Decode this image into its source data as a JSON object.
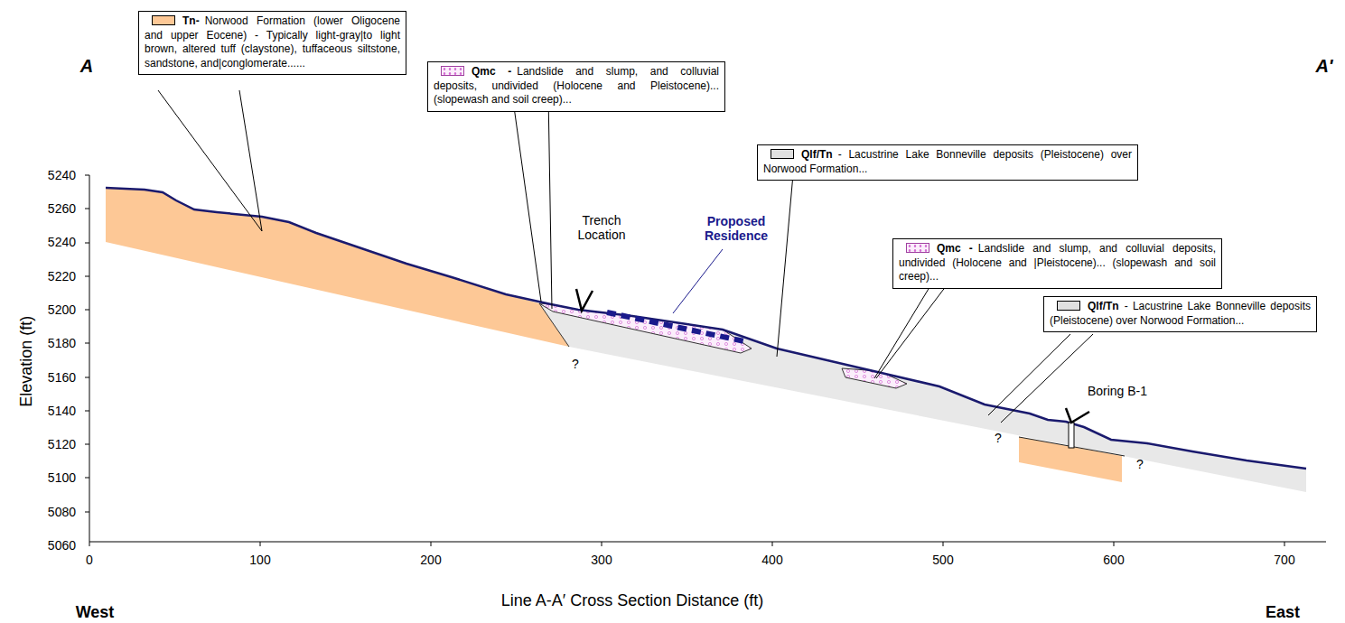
{
  "diagram": {
    "nodes": [
      {
        "text": [
          "Tn-",
          "Norwood Formation (lower Oligocene and upper Eocene) - Typically light-gray|to light brown, altered tuff (claystone), tuffaceous siltstone, sandstone, and|conglomerate......"
        ]
      },
      {
        "text": [
          "Qmc -",
          "Landslide and slump, and colluvial deposits, undivided (Holocene and Pleistocene)... (slopewash and soil creep)..."
        ]
      },
      {
        "text": [
          "Qlf/Tn",
          "- Lacustrine Lake Bonneville deposits (Pleistocene) over Norwood Formation..."
        ]
      },
      {
        "text": [
          "Qmc -",
          "Landslide and slump, and colluvial deposits, undivided (Holocene and |Pleistocene)... (slopewash and soil creep)..."
        ]
      },
      {
        "text": [
          "Qlf/Tn",
          "- Lacustrine Lake Bonneville deposits (Pleistocene) over Norwood Formation..."
        ]
      }
    ],
    "labels": [
      "A",
      "A'",
      "Trench Location",
      "Proposed Residence",
      "Boring B-1",
      "?",
      "?",
      "?",
      "Elevation (ft)",
      "5240",
      "5260",
      "5240",
      "5220",
      "5200",
      "5180",
      "5160",
      "5140",
      "5120",
      "5100",
      "5080",
      "5060",
      "0",
      "100",
      "200",
      "300",
      "400",
      "500",
      "600",
      "700",
      "Line A-A′ Cross Section Distance (ft)",
      "West",
      "East"
    ]
  }
}
